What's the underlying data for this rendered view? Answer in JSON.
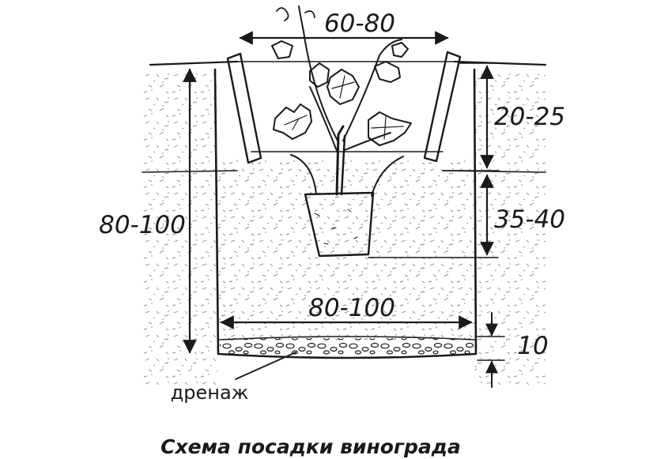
{
  "dimensions": {
    "top_width": "60-80",
    "total_depth": "80-100",
    "upper_depth": "20-25",
    "middle_depth": "35-40",
    "bottom_width": "80-100",
    "drainage_thickness": "10"
  },
  "labels": {
    "drainage": "дренаж"
  },
  "caption": "Схема посадки винограда",
  "colors": {
    "ink": "#1a1a1a",
    "background": "#ffffff"
  }
}
